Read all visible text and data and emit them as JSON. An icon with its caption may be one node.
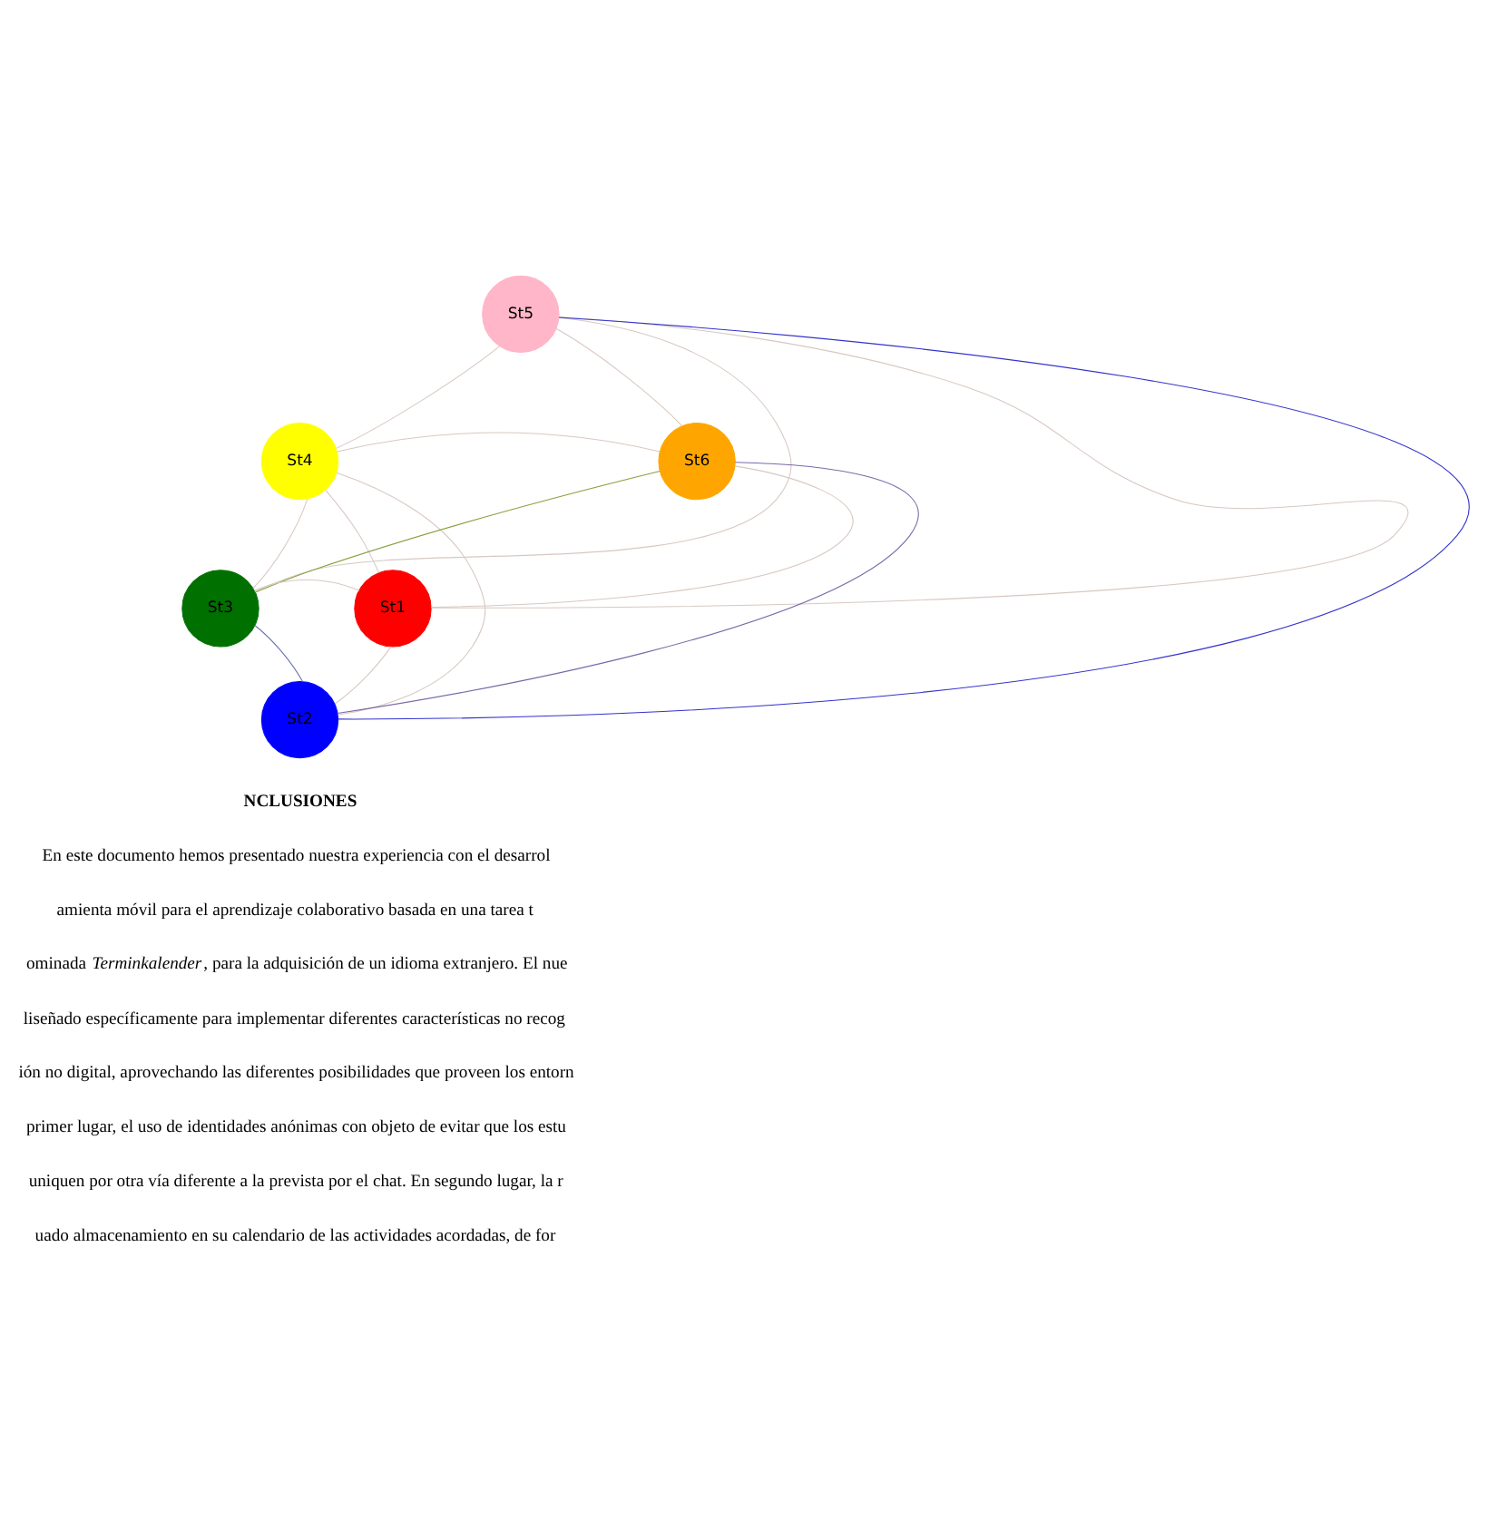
{
  "diagram": {
    "nodes": [
      {
        "text": [
          "St5"
        ]
      },
      {
        "text": [
          "St4"
        ]
      },
      {
        "text": [
          "St6"
        ]
      },
      {
        "text": [
          "St3"
        ]
      },
      {
        "text": [
          "St1"
        ]
      },
      {
        "text": [
          "St2"
        ]
      }
    ],
    "edges": [
      {
        "from": 0,
        "to": 5,
        "arrow": "none",
        "color": "#3333cc"
      },
      {
        "from": 2,
        "to": 3,
        "arrow": "none",
        "color": "#88a040"
      },
      {
        "from": 3,
        "to": 5,
        "arrow": "none",
        "color": "#6a70b0"
      },
      {
        "from": 2,
        "to": 5,
        "arrow": "none",
        "color": "#7a6aa8"
      },
      {
        "from": 0,
        "to": 1,
        "arrow": "none"
      },
      {
        "from": 0,
        "to": 2,
        "arrow": "none"
      },
      {
        "from": 0,
        "to": 3,
        "arrow": "none"
      },
      {
        "from": 0,
        "to": 4,
        "arrow": "none"
      },
      {
        "from": 1,
        "to": 2,
        "arrow": "none"
      },
      {
        "from": 1,
        "to": 3,
        "arrow": "none"
      },
      {
        "from": 1,
        "to": 4,
        "arrow": "none"
      },
      {
        "from": 1,
        "to": 5,
        "arrow": "none"
      },
      {
        "from": 2,
        "to": 4,
        "arrow": "none"
      },
      {
        "from": 3,
        "to": 4,
        "arrow": "none"
      },
      {
        "from": 4,
        "to": 5,
        "arrow": "none"
      }
    ],
    "labels": [
      "NCLUSIONES",
      "En este documento hemos presentado nuestra experiencia con el desarrol",
      "amienta móvil para el aprendizaje colaborativo basada en una tarea t",
      "ominada *Terminkalender*, para la adquisición de un idioma extranjero. El nue",
      "liseñado específicamente para implementar diferentes características no recog",
      "ión no digital, aprovechando las diferentes posibilidades que proveen los entorn",
      "primer lugar, el uso de identidades anónimas con objeto de evitar que los estu",
      "uniquen por otra vía diferente a la prevista por el chat. En segundo lugar, la r",
      "uado almacenamiento en su calendario de las actividades acordadas, de for"
    ]
  }
}
